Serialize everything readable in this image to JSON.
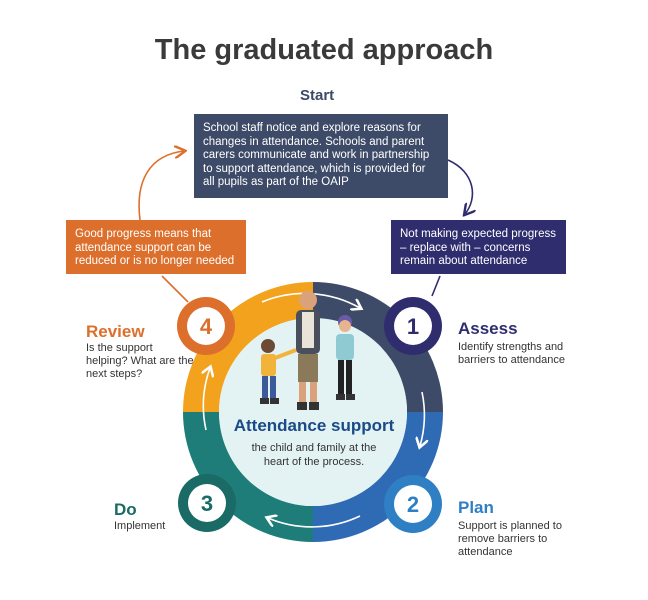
{
  "title": "The graduated approach",
  "start": {
    "label": "Start",
    "text": "School staff notice and explore reasons for changes in attendance. Schools and parent carers communicate and work in partnership to support attendance, which is provided for all pupils as part of the OAIP"
  },
  "review_box": {
    "text": "Good progress means that attendance support can be reduced or is no longer needed"
  },
  "assess_box": {
    "text": "Not making expected progress – replace with – concerns remain about attendance"
  },
  "stages": {
    "assess": {
      "number": "1",
      "title": "Assess",
      "desc": "Identify strengths and barriers to attendance"
    },
    "plan": {
      "number": "2",
      "title": "Plan",
      "desc": "Support is planned to remove barriers to attendance"
    },
    "do": {
      "number": "3",
      "title": "Do",
      "desc": "Implement"
    },
    "review": {
      "number": "4",
      "title": "Review",
      "desc": "Is the support helping? What are the next steps?"
    }
  },
  "center": {
    "title": "Attendance support",
    "desc": "the child and family at the heart of the process."
  },
  "colors": {
    "start_box": "#3e4b68",
    "review": "#dd6f2c",
    "assess": "#2f2d6e",
    "do": "#1a6a66",
    "plan": "#2f7fc4",
    "ring_orange": "#f2a21c",
    "ring_slate": "#3e4b68",
    "ring_blue": "#2f6ab5",
    "ring_teal": "#1e7d78",
    "center_fill": "#e3f2f3"
  }
}
